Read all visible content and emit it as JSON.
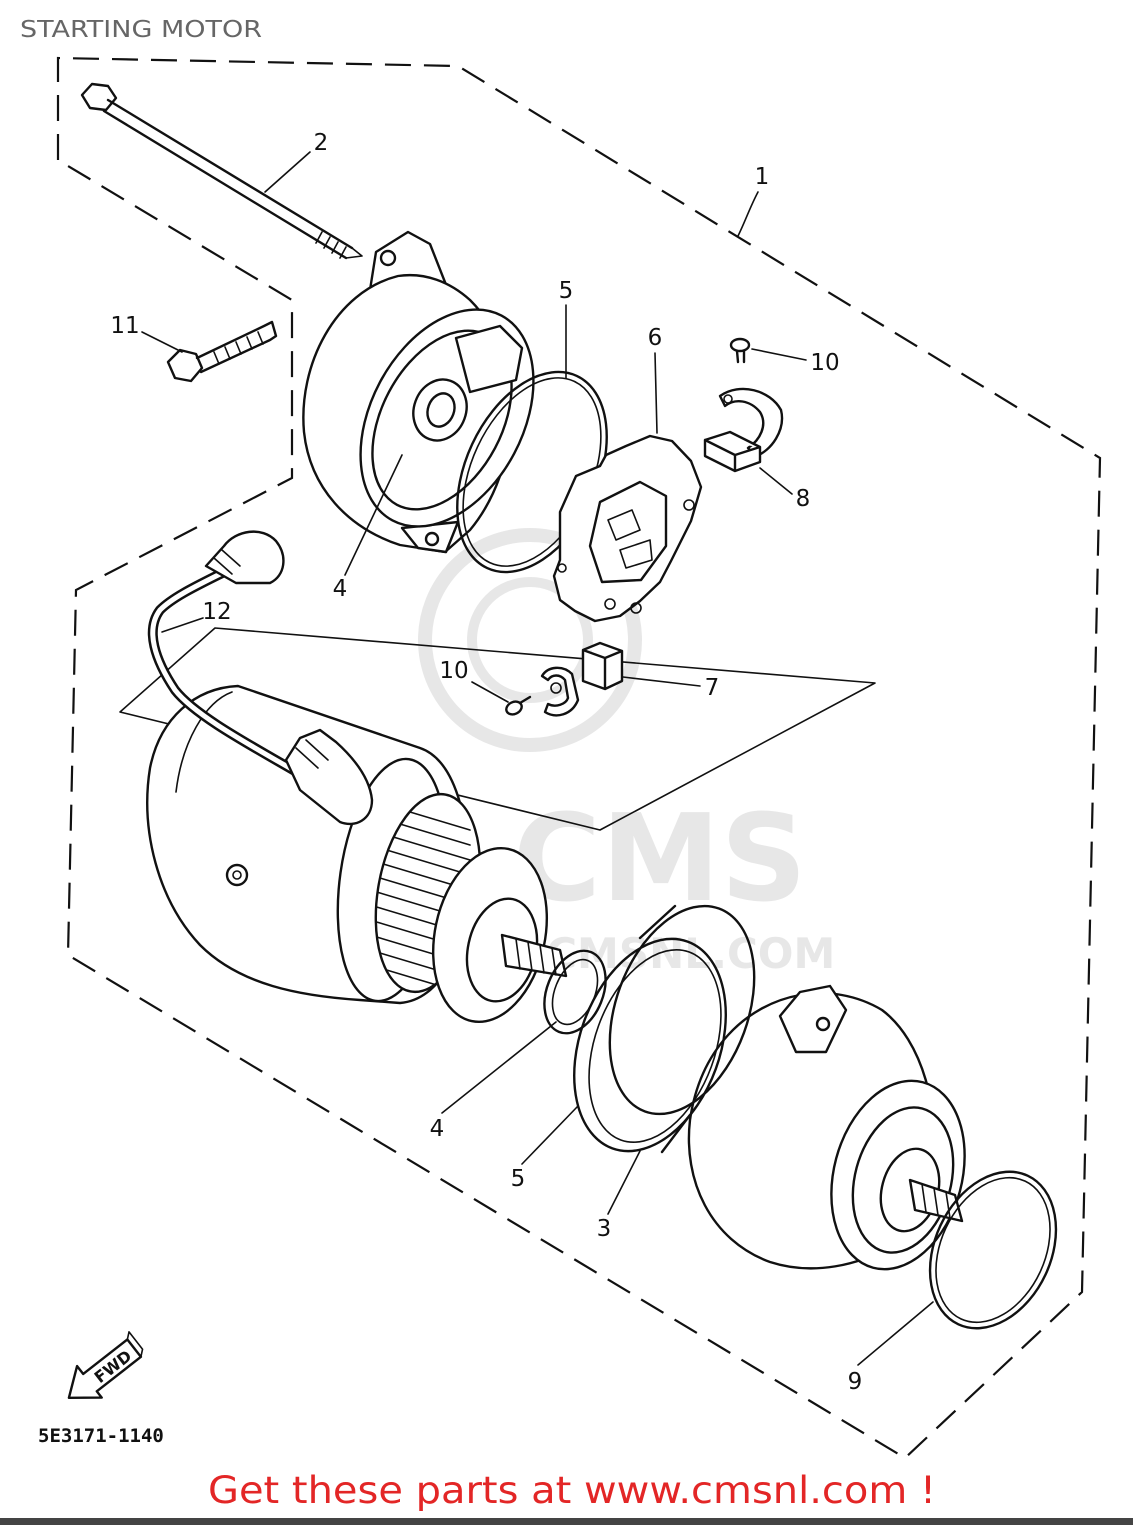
{
  "title": "STARTING MOTOR",
  "callouts": [
    {
      "text": "1"
    },
    {
      "text": "2"
    },
    {
      "text": "11"
    },
    {
      "text": "5"
    },
    {
      "text": "6"
    },
    {
      "text": "10"
    },
    {
      "text": "8"
    },
    {
      "text": "4"
    },
    {
      "text": "12"
    },
    {
      "text": "10"
    },
    {
      "text": "7"
    },
    {
      "text": "4"
    },
    {
      "text": "5"
    },
    {
      "text": "3"
    },
    {
      "text": "9"
    }
  ],
  "fwd_label": "FWD",
  "diagram_code": "5E3171-1140",
  "footer_text": "Get these parts at www.cmsnl.com !",
  "watermark": {
    "logo": "CMS",
    "url": "WWW.CMSNL.COM"
  },
  "colors": {
    "line": "#111111",
    "footer_text": "#e32626",
    "title_text": "#666666",
    "watermark": "#d4d4d4"
  }
}
